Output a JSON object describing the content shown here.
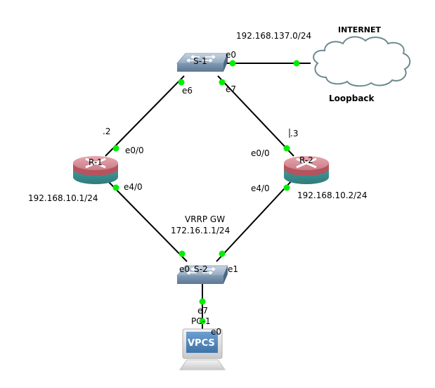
{
  "nodes": {
    "s1": {
      "label": "S-1",
      "type": "switch"
    },
    "s2": {
      "label": "S-2",
      "type": "switch"
    },
    "r1": {
      "label": "R-1",
      "type": "router"
    },
    "r2": {
      "label": "R-2",
      "type": "router"
    },
    "pc1": {
      "label": "PC-1",
      "type": "vpcs",
      "screen_text": "VPCS"
    },
    "internet": {
      "label": "INTERNET",
      "type": "cloud",
      "sublabel": "Loopback"
    }
  },
  "ports": {
    "s1_e0": "e0",
    "s1_e6": "e6",
    "s1_e7": "e7",
    "r1_e00": "e0/0",
    "r1_e40": "e4/0",
    "r2_e00": "e0/0",
    "r2_e40": "e4/0",
    "s2_e0": "e0",
    "s2_e1": "e1",
    "s2_e7": "e7",
    "pc1_e0": "e0"
  },
  "annotations": {
    "internet_subnet": "192.168.137.0/24",
    "r1_wan_host": ".2",
    "r2_wan_host": ".3",
    "r1_lan_ip": "192.168.10.1/24",
    "r2_lan_ip": "192.168.10.2/24",
    "vrrp_title": "VRRP GW",
    "vrrp_ip": "172.16.1.1/24"
  },
  "links": [
    {
      "from": "S-1:e0",
      "to": "INTERNET"
    },
    {
      "from": "S-1:e6",
      "to": "R-1:e0/0"
    },
    {
      "from": "S-1:e7",
      "to": "R-2:e0/0"
    },
    {
      "from": "R-1:e4/0",
      "to": "S-2:e0"
    },
    {
      "from": "R-2:e4/0",
      "to": "S-2:e1"
    },
    {
      "from": "S-2:e7",
      "to": "PC-1:e0"
    }
  ],
  "colors": {
    "link": "#000000",
    "port_up": "#00ee00",
    "switch_top": "#a9bccf",
    "switch_side": "#6f8aa6",
    "router_top": "#d98a93",
    "router_band": "#b4545f",
    "router_base": "#3b8f8f",
    "cloud_stroke": "#6e8a8e"
  }
}
